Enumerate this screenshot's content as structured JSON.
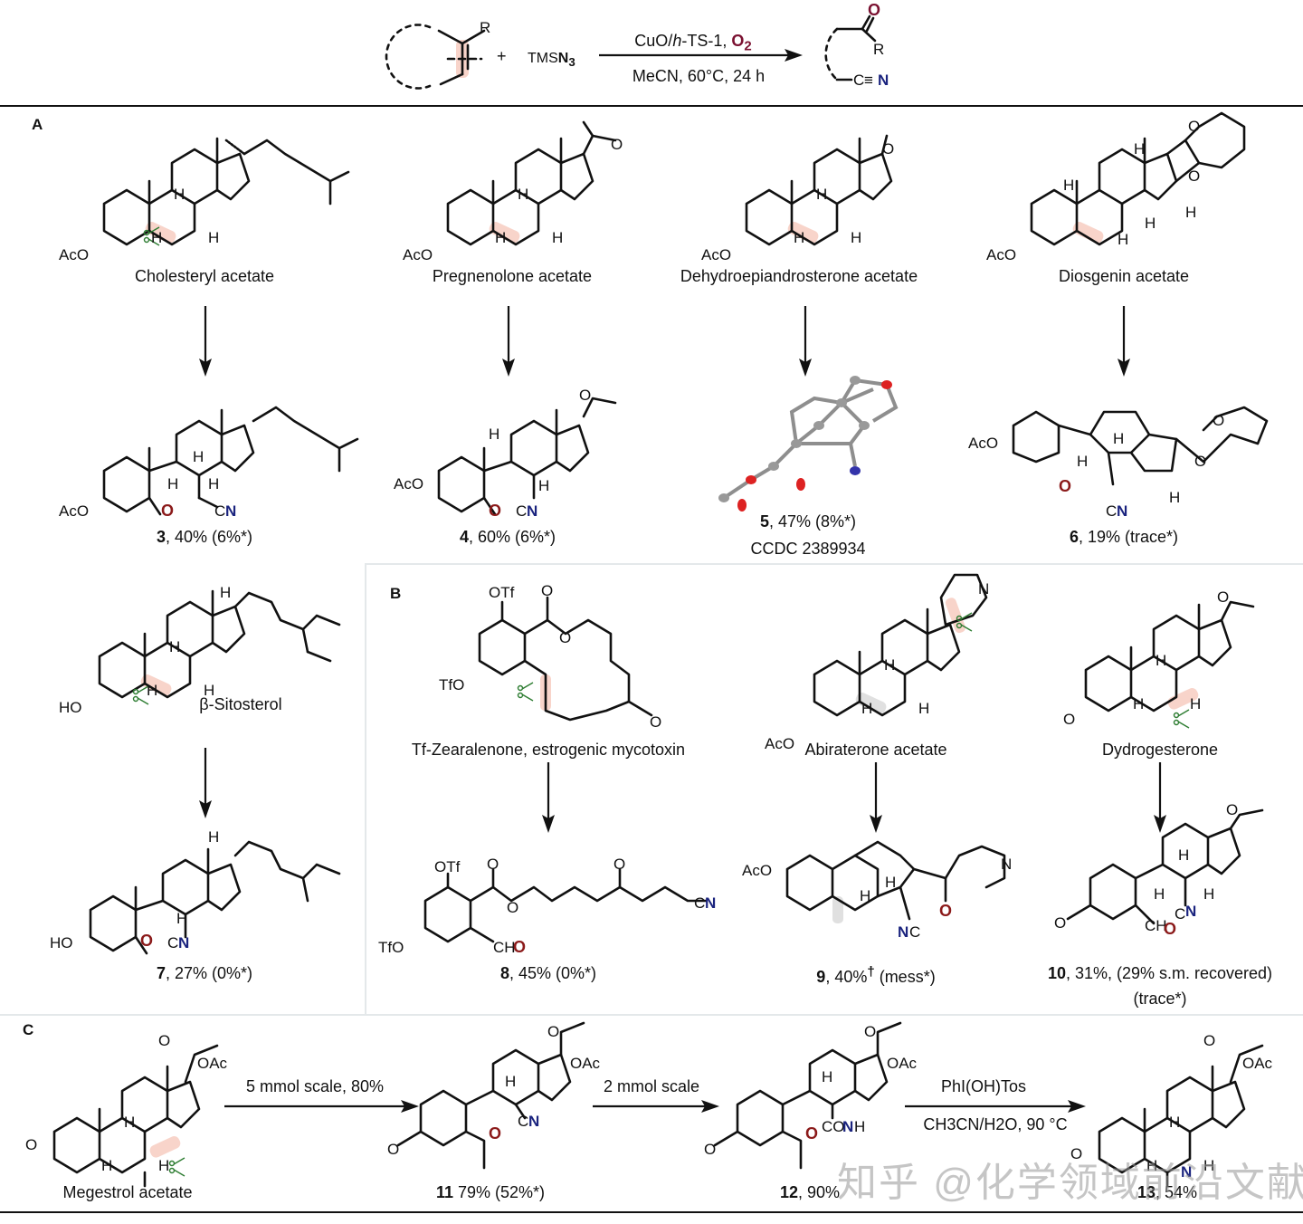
{
  "scheme": {
    "reactant_R": "R",
    "plus": "+",
    "reagent": {
      "prefix": "TMS",
      "bold": "N",
      "sub": "3"
    },
    "conditions_above": {
      "text": "CuO/",
      "italic": "h",
      "rest": "-TS-1, ",
      "o2": "O",
      "o2_sub": "2"
    },
    "conditions_below": "MeCN, 60°C, 24 h",
    "product_O": "O",
    "product_R": "R",
    "product_nitrile": {
      "c": "C",
      "triple": "≡",
      "n": "N"
    }
  },
  "sections": {
    "A": "A",
    "B": "B",
    "C": "C"
  },
  "section_A": {
    "substrates": [
      {
        "name": "Cholesteryl acetate",
        "group": "AcO"
      },
      {
        "name": "Pregnenolone acetate",
        "group": "AcO"
      },
      {
        "name": "Dehydroepiandrosterone acetate",
        "group": "AcO"
      },
      {
        "name": "Diosgenin acetate",
        "group": "AcO"
      },
      {
        "name": "β-Sitosterol",
        "group": "HO"
      }
    ],
    "products": [
      {
        "id": "3",
        "yield": ", 40% (6%*)"
      },
      {
        "id": "4",
        "yield": ", 60% (6%*)"
      },
      {
        "id": "5",
        "yield": ", 47% (8%*)",
        "note": "CCDC 2389934"
      },
      {
        "id": "6",
        "yield": ", 19% (trace*)"
      },
      {
        "id": "7",
        "yield": ", 27% (0%*)"
      }
    ]
  },
  "section_B": {
    "substrates": [
      {
        "name": "Tf-Zearalenone, estrogenic mycotoxin"
      },
      {
        "name": "Abiraterone acetate"
      },
      {
        "name": "Dydrogesterone"
      }
    ],
    "products": [
      {
        "id": "8",
        "yield": ", 45% (0%*)"
      },
      {
        "id": "9",
        "yield": ", 40%",
        "dagger": "†",
        "extra": " (mess*)"
      },
      {
        "id": "10",
        "yield": ", 31%, (29% s.m. recovered)",
        "extra": "(trace*)"
      }
    ]
  },
  "section_C": {
    "substrate": "Megestrol acetate",
    "steps": [
      {
        "above": "5 mmol scale, 80%",
        "below": ""
      },
      {
        "above": "2 mmol scale",
        "below": ""
      },
      {
        "above": "PhI(OH)Tos",
        "below": "CH3CN/H2O, 90 °C"
      }
    ],
    "products": [
      {
        "id": "11",
        "yield": " 79% (52%*)"
      },
      {
        "id": "12",
        "yield": ", 90%"
      },
      {
        "id": "13",
        "yield": ", 54%"
      }
    ]
  },
  "atoms": {
    "H": "H",
    "O": "O",
    "N": "N",
    "CN": "C",
    "AcO": "AcO",
    "OAc": "OAc",
    "HO": "HO",
    "OTf": "OTf",
    "TfO": "TfO",
    "CHO": "CH",
    "CONH2": "CO"
  },
  "watermark": "知乎 @化学领域前沿文献"
}
